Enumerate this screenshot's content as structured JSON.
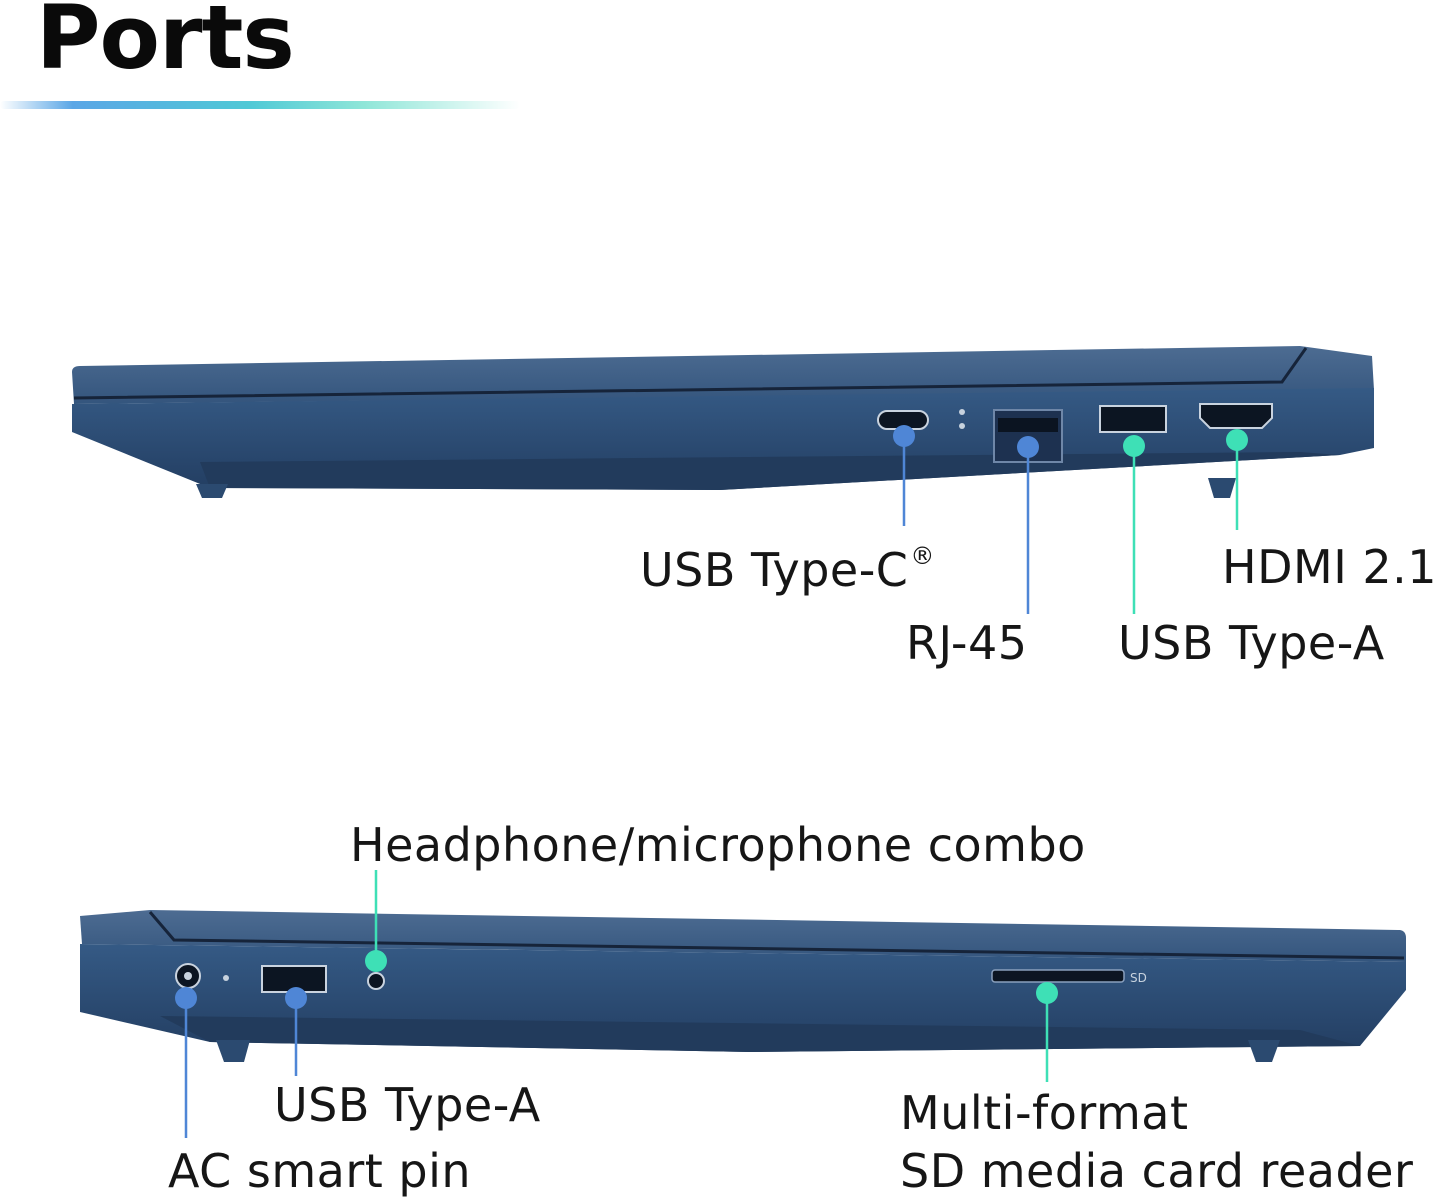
{
  "heading": {
    "title": "Ports"
  },
  "right_side": {
    "ports": [
      {
        "label": "USB Type-C",
        "mark": "®",
        "dot_color": "#4f86d6"
      },
      {
        "label": "RJ-45",
        "dot_color": "#4f86d6"
      },
      {
        "label": "USB Type-A",
        "dot_color": "#3ee0b6"
      },
      {
        "label": "HDMI 2.1",
        "dot_color": "#3ee0b6"
      }
    ]
  },
  "left_side": {
    "ports": [
      {
        "label": "Headphone/microphone combo",
        "dot_color": "#3ee0b6"
      },
      {
        "label": "USB Type-A",
        "dot_color": "#4f86d6"
      },
      {
        "label": "AC smart pin",
        "dot_color": "#4f86d6"
      },
      {
        "label_line1": "Multi-format",
        "label_line2": "SD media card reader",
        "dot_color": "#3ee0b6"
      }
    ],
    "sd_slot_text": "SD"
  },
  "colors": {
    "chassis": "#2f4f76",
    "chassis_dark": "#1f3656",
    "accent_blue": "#4f86d6",
    "accent_teal": "#3ee0b6"
  },
  "icons": [
    "usb-c-port-icon",
    "rj45-port-icon",
    "usb-a-port-icon",
    "hdmi-port-icon",
    "power-jack-icon",
    "audio-jack-icon",
    "sd-slot-icon"
  ]
}
